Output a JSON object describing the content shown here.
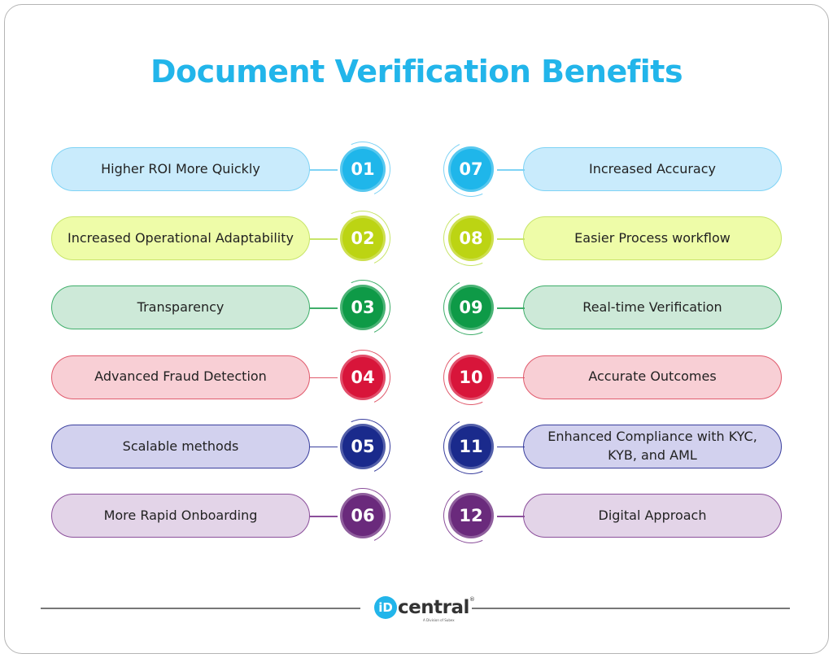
{
  "title": "Document Verification Benefits",
  "items": [
    {
      "num": "01",
      "label": "Higher ROI More Quickly",
      "side": "left",
      "fill": "#c9ebfc",
      "stroke": "#7fd3f5",
      "circle": "#1fb6ea"
    },
    {
      "num": "02",
      "label": "Increased Operational Adaptability",
      "side": "left",
      "fill": "#eefca8",
      "stroke": "#c8e56a",
      "circle": "#bcd413"
    },
    {
      "num": "03",
      "label": "Transparency",
      "side": "left",
      "fill": "#cde9d8",
      "stroke": "#3fae6a",
      "circle": "#0e9a47"
    },
    {
      "num": "04",
      "label": "Advanced Fraud Detection",
      "side": "left",
      "fill": "#f8cfd5",
      "stroke": "#e05a6c",
      "circle": "#d8153a"
    },
    {
      "num": "05",
      "label": "Scalable methods",
      "side": "left",
      "fill": "#d2d1ee",
      "stroke": "#3a3f9e",
      "circle": "#1a2a8c"
    },
    {
      "num": "06",
      "label": "More Rapid Onboarding",
      "side": "left",
      "fill": "#e3d4e8",
      "stroke": "#8b4f9b",
      "circle": "#6a2a7c"
    },
    {
      "num": "07",
      "label": "Increased Accuracy",
      "side": "right",
      "fill": "#c9ebfc",
      "stroke": "#7fd3f5",
      "circle": "#1fb6ea"
    },
    {
      "num": "08",
      "label": "Easier Process workflow",
      "side": "right",
      "fill": "#eefca8",
      "stroke": "#c8e56a",
      "circle": "#bcd413"
    },
    {
      "num": "09",
      "label": "Real-time Verification",
      "side": "right",
      "fill": "#cde9d8",
      "stroke": "#3fae6a",
      "circle": "#0e9a47"
    },
    {
      "num": "10",
      "label": "Accurate Outcomes",
      "side": "right",
      "fill": "#f8cfd5",
      "stroke": "#e05a6c",
      "circle": "#d8153a"
    },
    {
      "num": "11",
      "label": "Enhanced Compliance with KYC, KYB, and AML",
      "side": "right",
      "fill": "#d2d1ee",
      "stroke": "#3a3f9e",
      "circle": "#1a2a8c"
    },
    {
      "num": "12",
      "label": "Digital Approach",
      "side": "right",
      "fill": "#e3d4e8",
      "stroke": "#8b4f9b",
      "circle": "#6a2a7c"
    }
  ],
  "logo": {
    "mark": "iD",
    "word": "central",
    "reg": "®",
    "tagline": "A Division of Subex"
  }
}
